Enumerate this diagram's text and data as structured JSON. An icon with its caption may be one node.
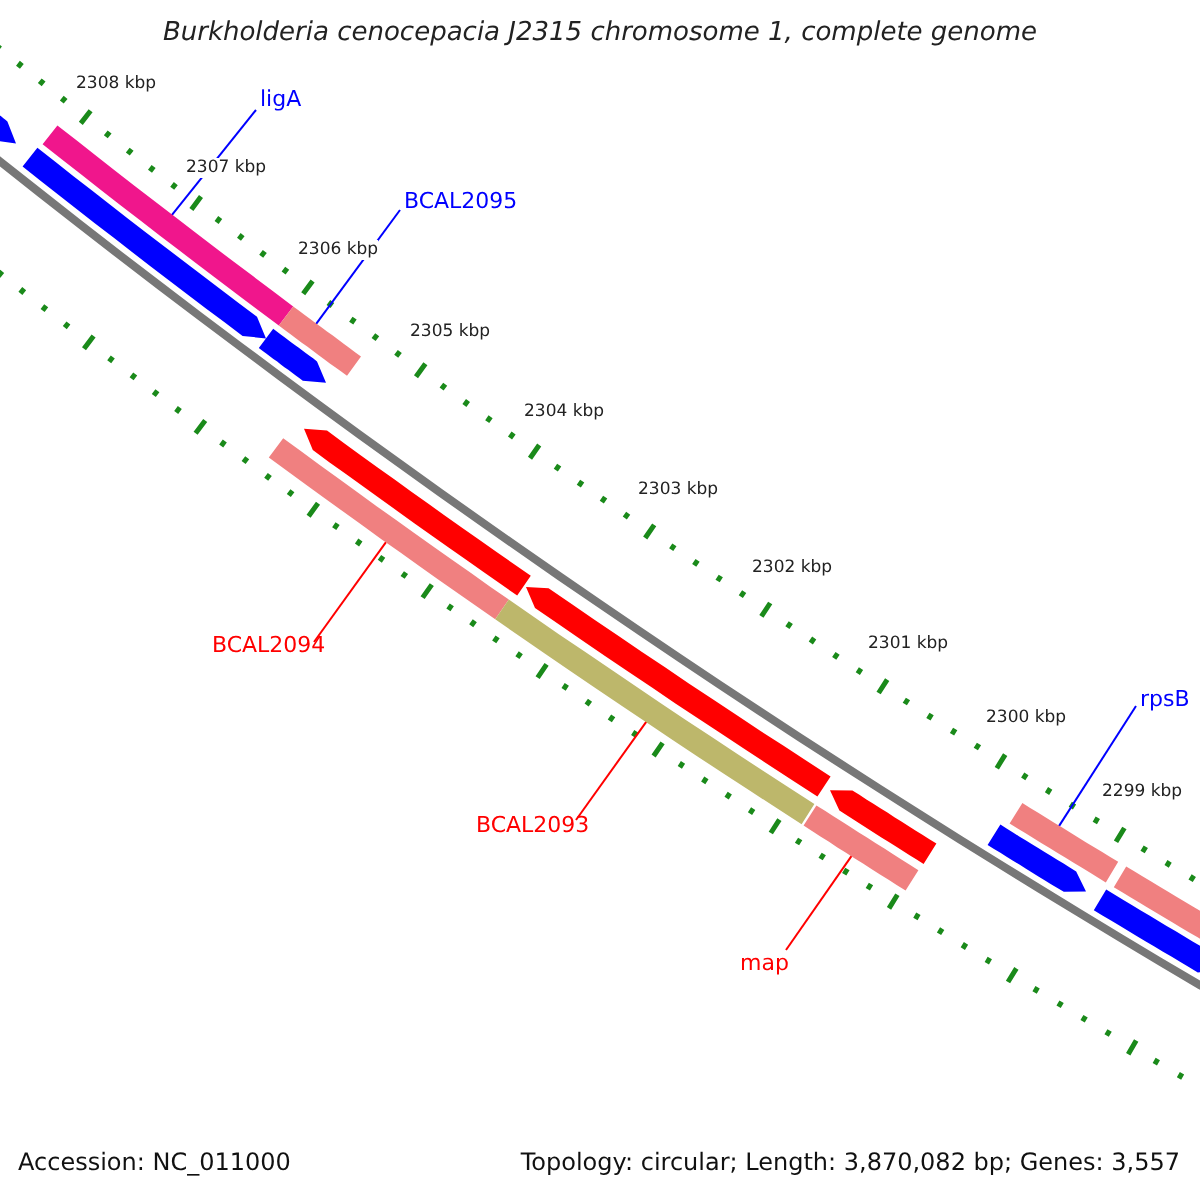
{
  "diagram": {
    "title": "Burkholderia cenocepacia J2315 chromosome 1, complete genome",
    "nodes": [
      {
        "text": [
          "ligA"
        ]
      },
      {
        "text": [],
        "shape": "bar"
      },
      {
        "text": [
          "BCAL2095"
        ]
      },
      {
        "text": [],
        "shape": "bar"
      },
      {
        "text": [
          "BCAL2094"
        ]
      },
      {
        "text": [],
        "shape": "bar"
      },
      {
        "text": [
          "BCAL2093"
        ]
      },
      {
        "text": [],
        "shape": "bar"
      },
      {
        "text": [
          "map"
        ]
      },
      {
        "text": [],
        "shape": "bar"
      },
      {
        "text": [
          "rpsB"
        ]
      },
      {
        "text": [],
        "shape": "bar"
      },
      {
        "text": [],
        "shape": "arrow"
      },
      {
        "text": [],
        "shape": "arrow"
      },
      {
        "text": [],
        "shape": "arrow"
      },
      {
        "text": [],
        "shape": "arrow"
      },
      {
        "text": [],
        "shape": "arrow"
      },
      {
        "text": [],
        "shape": "arrow"
      },
      {
        "text": [],
        "shape": "arrow"
      },
      {
        "text": [],
        "shape": "arrow"
      },
      {
        "text": [],
        "shape": "bar"
      }
    ],
    "edges": [
      {
        "from": 0,
        "to": 1,
        "arrow": "none",
        "color": "#0000ff"
      },
      {
        "from": 2,
        "to": 3,
        "arrow": "none",
        "color": "#0000ff"
      },
      {
        "from": 4,
        "to": 5,
        "arrow": "none",
        "color": "#ff0000"
      },
      {
        "from": 6,
        "to": 7,
        "arrow": "none",
        "color": "#ff0000"
      },
      {
        "from": 8,
        "to": 9,
        "arrow": "none",
        "color": "#ff0000"
      },
      {
        "from": 10,
        "to": 11,
        "arrow": "none",
        "color": "#0000ff"
      }
    ],
    "labels": [
      "2308 kbp",
      "2307 kbp",
      "2306 kbp",
      "2305 kbp",
      "2304 kbp",
      "2303 kbp",
      "2302 kbp",
      "2301 kbp",
      "2300 kbp",
      "2299 kbp",
      "Accession: NC_011000",
      "Topology: circular; Length: 3,870,082 bp; Genes: 3,557"
    ]
  }
}
